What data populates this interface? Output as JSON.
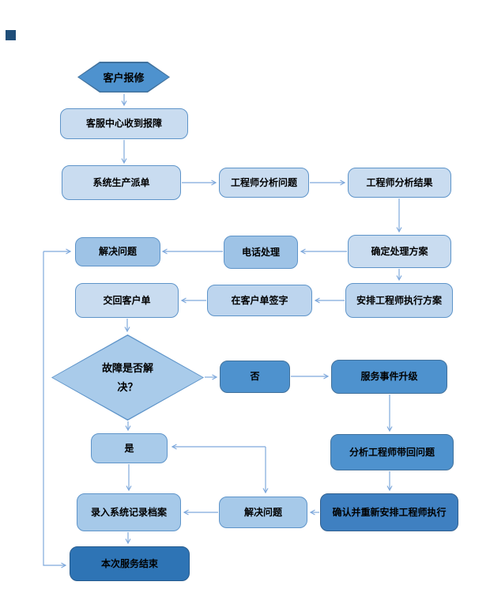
{
  "palette": {
    "shape_strong": "#4E92CE",
    "shape_light": "#C9DCF0",
    "shape_light_medium": "#BDD5EE",
    "shape_medium": "#9EC3E6",
    "shape_medium_2": "#A6C9E9",
    "shape_dark": "#3F80C1",
    "shape_darkest": "#2E74B5",
    "connector": "#7FA9DC",
    "text": "#000000",
    "page_marker": "#1F4E79"
  },
  "diagram": {
    "nodes": [
      {
        "id": "start",
        "shape": "hexagon",
        "label": "客户报修"
      },
      {
        "id": "receive",
        "shape": "rounded",
        "label": "客服中心收到报障"
      },
      {
        "id": "dispatch",
        "shape": "rounded",
        "label": "系统生产派单"
      },
      {
        "id": "analyze_problem",
        "shape": "rounded",
        "label": "工程师分析问题"
      },
      {
        "id": "analyze_result",
        "shape": "rounded",
        "label": "工程师分析结果"
      },
      {
        "id": "confirm_plan",
        "shape": "rounded",
        "label": "确定处理方案"
      },
      {
        "id": "phone_handle",
        "shape": "rounded",
        "label": "电话处理"
      },
      {
        "id": "solve_problem",
        "shape": "rounded",
        "label": "解决问题"
      },
      {
        "id": "arrange_engineer",
        "shape": "rounded",
        "label": "安排工程师执行方案"
      },
      {
        "id": "sign_order",
        "shape": "rounded",
        "label": "在客户单签字"
      },
      {
        "id": "return_order",
        "shape": "rounded",
        "label": "交回客户单"
      },
      {
        "id": "fault_resolved",
        "shape": "diamond",
        "label": "故障是否解决？"
      },
      {
        "id": "no",
        "shape": "rounded",
        "label": "否"
      },
      {
        "id": "escalate",
        "shape": "rounded",
        "label": "服务事件升级"
      },
      {
        "id": "yes",
        "shape": "rounded",
        "label": "是"
      },
      {
        "id": "bring_back",
        "shape": "rounded",
        "label": "分析工程师带回问题"
      },
      {
        "id": "record_archive",
        "shape": "rounded",
        "label": "录入系统记录档案"
      },
      {
        "id": "solve_problem_2",
        "shape": "rounded",
        "label": "解决问题"
      },
      {
        "id": "rearrange",
        "shape": "rounded",
        "label": "确认并重新安排工程师执行"
      },
      {
        "id": "end",
        "shape": "rounded",
        "label": "本次服务结束"
      }
    ],
    "edges": [
      {
        "from": "start",
        "to": "receive"
      },
      {
        "from": "receive",
        "to": "dispatch"
      },
      {
        "from": "dispatch",
        "to": "analyze_problem"
      },
      {
        "from": "analyze_problem",
        "to": "analyze_result"
      },
      {
        "from": "analyze_result",
        "to": "confirm_plan"
      },
      {
        "from": "confirm_plan",
        "to": "phone_handle"
      },
      {
        "from": "phone_handle",
        "to": "solve_problem"
      },
      {
        "from": "confirm_plan",
        "to": "arrange_engineer"
      },
      {
        "from": "arrange_engineer",
        "to": "sign_order"
      },
      {
        "from": "sign_order",
        "to": "return_order"
      },
      {
        "from": "return_order",
        "to": "fault_resolved"
      },
      {
        "from": "fault_resolved",
        "to": "no"
      },
      {
        "from": "no",
        "to": "escalate"
      },
      {
        "from": "escalate",
        "to": "bring_back"
      },
      {
        "from": "bring_back",
        "to": "rearrange"
      },
      {
        "from": "rearrange",
        "to": "solve_problem_2"
      },
      {
        "from": "solve_problem_2",
        "to": "record_archive"
      },
      {
        "from": "fault_resolved",
        "to": "yes"
      },
      {
        "from": "yes",
        "to": "record_archive"
      },
      {
        "from": "record_archive",
        "to": "end"
      },
      {
        "from": "solve_problem_2",
        "to": "yes",
        "bidirectional": true
      },
      {
        "from": "solve_problem",
        "to": "end",
        "bidirectional": true
      }
    ]
  }
}
